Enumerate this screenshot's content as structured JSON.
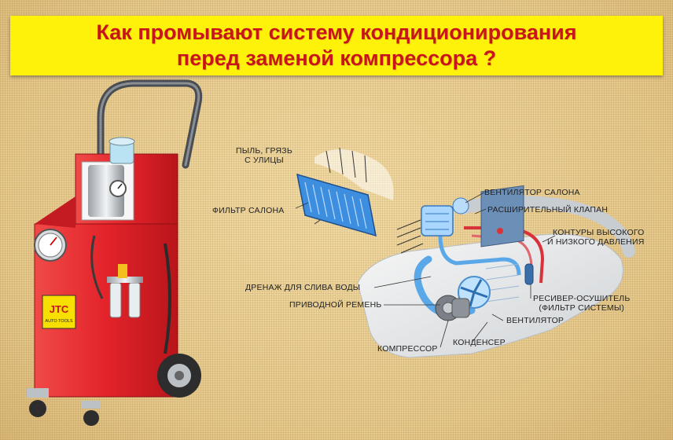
{
  "title": {
    "line1": "Как промывают систему кондиционирования",
    "line2": "перед заменой компрессора ?"
  },
  "machine": {
    "brand": "JTC",
    "brand_sub": "AUTO TOOLS"
  },
  "labels": {
    "dust_line1": "ПЫЛЬ, ГРЯЗЬ",
    "dust_line2": "С УЛИЦЫ",
    "cabin_filter": "ФИЛЬТР САЛОНА",
    "cabin_fan": "ВЕНТИЛЯТОР САЛОНА",
    "expansion_valve": "РАСШИРИТЕЛЬНЫЙ КЛАПАН",
    "circuits_line1": "КОНТУРЫ ВЫСОКОГО",
    "circuits_line2": "И НИЗКОГО ДАВЛЕНИЯ",
    "drain": "ДРЕНАЖ ДЛЯ СЛИВА ВОДЫ",
    "drive_belt": "ПРИВОДНОЙ РЕМЕНЬ",
    "receiver_line1": "РЕСИВЕР-ОСУШИТЕЛЬ",
    "receiver_line2": "(ФИЛЬТР СИСТЕМЫ)",
    "fan": "ВЕНТИЛЯТОР",
    "condenser": "КОНДЕНСЕР",
    "compressor": "КОМПРЕССОР"
  },
  "colors": {
    "banner_bg": "#fff20a",
    "title_text": "#c9141b",
    "machine_red": "#e3232a",
    "pipe_blue": "#5aa8e8",
    "pipe_red": "#d8333a"
  }
}
